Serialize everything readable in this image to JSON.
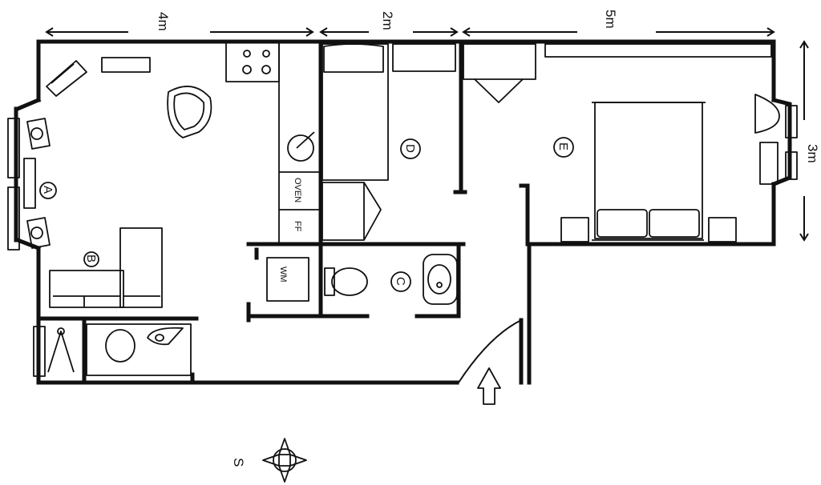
{
  "dimensions": {
    "top_left": "4m",
    "top_middle": "2m",
    "top_right": "5m",
    "right_side": "3m"
  },
  "rooms": {
    "a": "A",
    "b": "B",
    "c": "C",
    "d": "D",
    "e": "E"
  },
  "appliances": {
    "oven": "OVEN",
    "fridge_freezer": "FF",
    "washing_machine": "WM"
  },
  "compass": {
    "direction": "S"
  }
}
